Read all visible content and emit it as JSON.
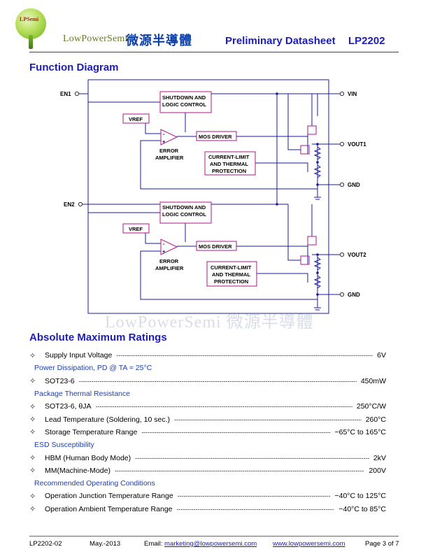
{
  "header": {
    "logo_text": "LPSemi",
    "brand_en": "LowPowerSemi",
    "brand_cn": "微源半導體",
    "title": "Preliminary Datasheet",
    "part": "LP2202"
  },
  "diagram": {
    "heading": "Function Diagram",
    "pins": {
      "en1": "EN1",
      "en2": "EN2",
      "vin": "VIN",
      "vout1": "VOUT1",
      "vout2": "VOUT2",
      "gnd1": "GND",
      "gnd2": "GND"
    },
    "ch1": {
      "shutdown_1": "SHUTDOWN AND",
      "shutdown_2": "LOGIC CONTROL",
      "vref": "VREF",
      "mos": "MOS DRIVER",
      "err_1": "ERROR",
      "err_2": "AMPLIFIER",
      "cl_1": "CURRENT-LIMIT",
      "cl_2": "AND THERMAL",
      "cl_3": "PROTECTION",
      "minus": "-",
      "plus": "+"
    },
    "ch2": {
      "shutdown_1": "SHUTDOWN AND",
      "shutdown_2": "LOGIC CONTROL",
      "vref": "VREF",
      "mos": "MOS DRIVER",
      "err_1": "ERROR",
      "err_2": "AMPLIFIER",
      "cl_1": "CURRENT-LIMIT",
      "cl_2": "AND THERMAL",
      "cl_3": "PROTECTION",
      "minus": "-",
      "plus": "+"
    },
    "watermark": "LowPowerSemi 微源半導體"
  },
  "ratings": {
    "heading": "Absolute Maximum Ratings",
    "rows": [
      {
        "type": "item",
        "label": "Supply Input Voltage",
        "value": "6V"
      },
      {
        "type": "cat",
        "label": "Power Dissipation, PD @ TA = 25°C"
      },
      {
        "type": "item",
        "label": "SOT23-6",
        "value": "450mW"
      },
      {
        "type": "cat",
        "label": "Package Thermal Resistance"
      },
      {
        "type": "item",
        "label": "SOT23-6, θJA",
        "value": "250°C/W"
      },
      {
        "type": "item",
        "label": "Lead Temperature (Soldering, 10 sec.)",
        "value": "260°C"
      },
      {
        "type": "item",
        "label": "Storage Temperature Range",
        "value": "−65°C to 165°C"
      },
      {
        "type": "cat",
        "label": "ESD Susceptibility"
      },
      {
        "type": "item",
        "label": "HBM (Human Body Mode)",
        "value": "2kV"
      },
      {
        "type": "item",
        "label": "MM(Machine-Mode)",
        "value": "200V"
      },
      {
        "type": "cat",
        "label": "Recommended Operating Conditions"
      },
      {
        "type": "item",
        "label": "Operation Junction Temperature Range",
        "value": "−40°C to 125°C"
      },
      {
        "type": "item",
        "label": "Operation Ambient Temperature Range",
        "value": "−40°C to 85°C"
      }
    ]
  },
  "footer": {
    "doc": "LP2202-02",
    "date": "May.-2013",
    "email_label": "Email:",
    "email": "marketing@lowpowersemi.com",
    "web": "www.lowpowersemi.com",
    "page": "Page 3 of 7"
  },
  "colors": {
    "heading": "#1d1db8",
    "box": "#b0148f",
    "line": "#1a1aa0"
  }
}
